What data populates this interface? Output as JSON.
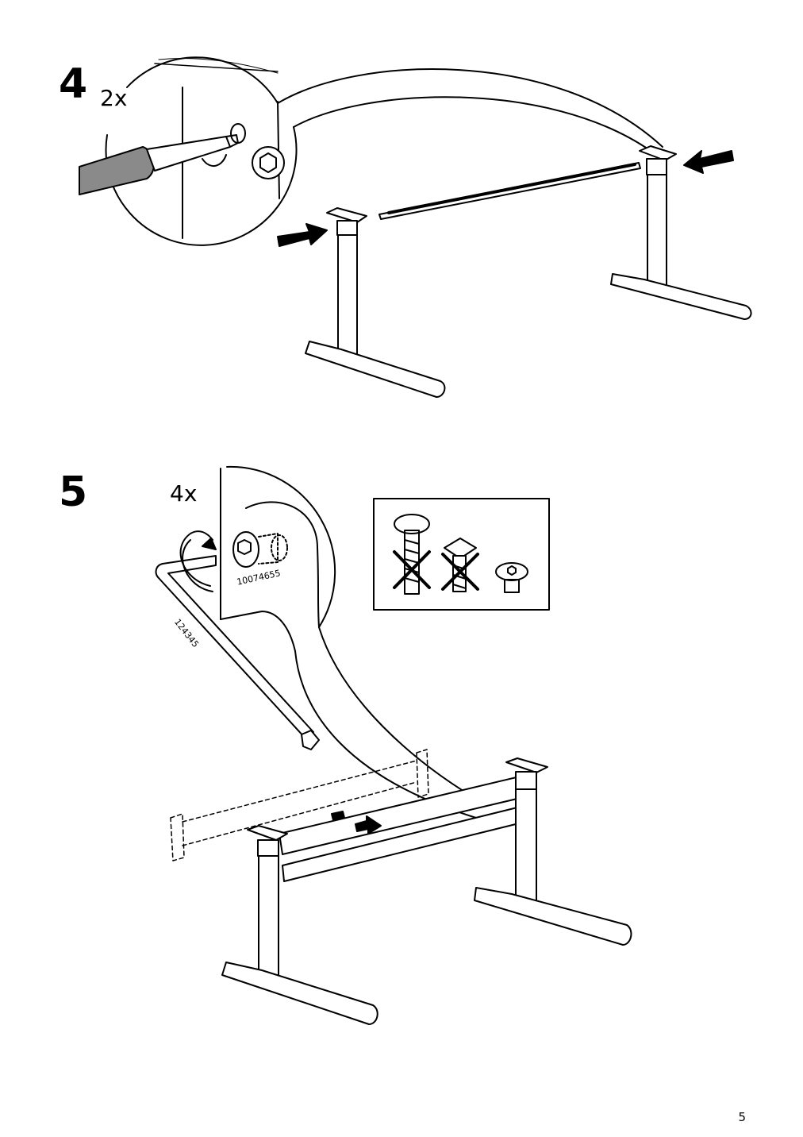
{
  "page_number": "5",
  "steps": [
    {
      "number": "4",
      "quantity": "2x"
    },
    {
      "number": "5",
      "quantity": "4x",
      "part_numbers": [
        "10074655",
        "124345"
      ]
    }
  ],
  "colors": {
    "ink": "#000000",
    "grip": "#8a8a8a",
    "paper": "#ffffff"
  }
}
